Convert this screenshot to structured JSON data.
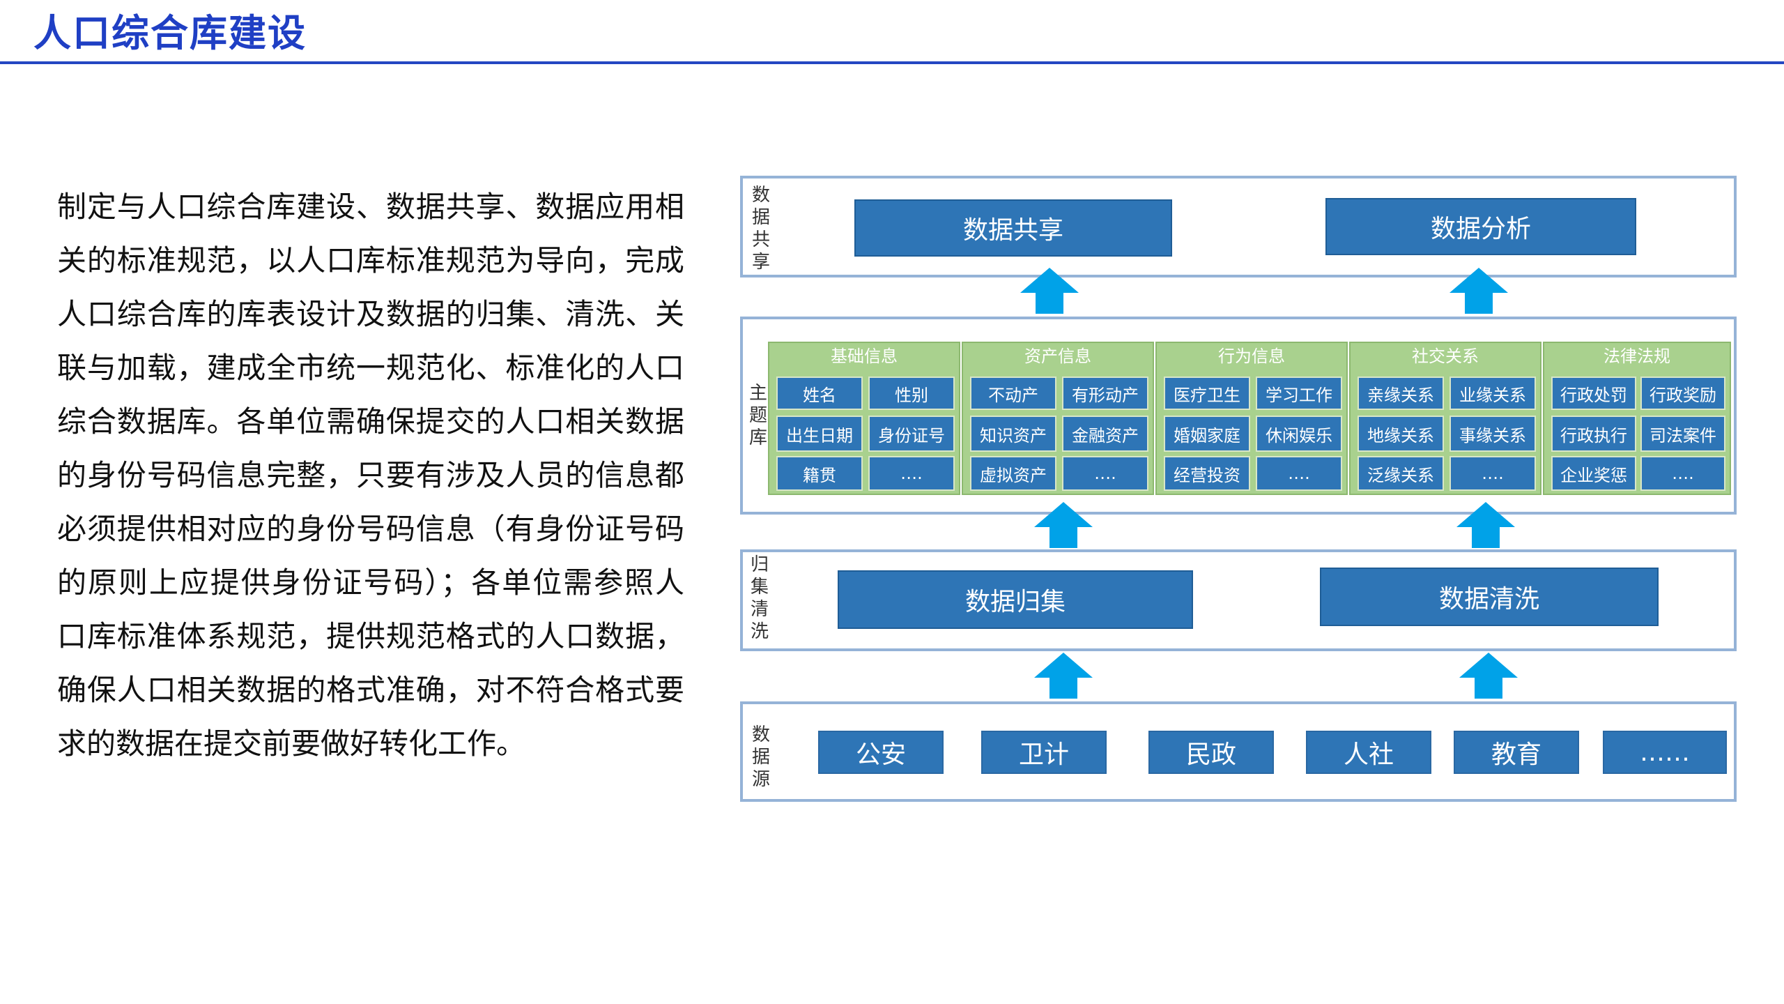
{
  "header": {
    "title": "人口综合库建设"
  },
  "body_text": "制定与人口综合库建设、数据共享、数据应用相关的标准规范，以人口库标准规范为导向，完成人口综合库的库表设计及数据的归集、清洗、关联与加载，建成全市统一规范化、标准化的人口综合数据库。各单位需确保提交的人口相关数据的身份号码信息完整，只要有涉及人员的信息都必须提供相对应的身份号码信息（有身份证号码的原则上应提供身份证号码）；各单位需参照人口库标准体系规范，提供规范格式的人口数据，确保人口相关数据的格式准确，对不符合格式要求的数据在提交前要做好转化工作。",
  "diagram": {
    "layers": {
      "share": {
        "label": "数\n据\n共\n享",
        "boxes": [
          "数据共享",
          "数据分析"
        ]
      },
      "theme": {
        "label": "主\n题\n库",
        "groups": [
          {
            "title": "基础信息",
            "items": [
              "姓名",
              "性别",
              "出生日期",
              "身份证号",
              "籍贯",
              "…."
            ]
          },
          {
            "title": "资产信息",
            "items": [
              "不动产",
              "有形动产",
              "知识资产",
              "金融资产",
              "虚拟资产",
              "…."
            ]
          },
          {
            "title": "行为信息",
            "items": [
              "医疗卫生",
              "学习工作",
              "婚姻家庭",
              "休闲娱乐",
              "经营投资",
              "…."
            ]
          },
          {
            "title": "社交关系",
            "items": [
              "亲缘关系",
              "业缘关系",
              "地缘关系",
              "事缘关系",
              "泛缘关系",
              "…."
            ]
          },
          {
            "title": "法律法规",
            "items": [
              "行政处罚",
              "行政奖励",
              "行政执行",
              "司法案件",
              "企业奖惩",
              "…."
            ]
          }
        ]
      },
      "clean": {
        "label": "归\n集\n清\n洗",
        "boxes": [
          "数据归集",
          "数据清洗"
        ]
      },
      "source": {
        "label": "数\n据\n源",
        "items": [
          "公安",
          "卫计",
          "民政",
          "人社",
          "教育",
          "……"
        ]
      }
    },
    "colors": {
      "box": "#2e75b6",
      "group": "#a9d18e",
      "arrow": "#00a2e8",
      "frame": "#95b3d7"
    }
  }
}
